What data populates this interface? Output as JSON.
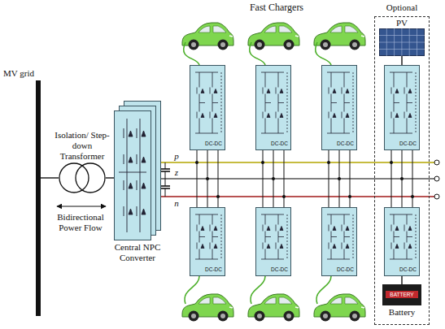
{
  "diagram": {
    "nodes": [
      {
        "text": [
          "MV grid"
        ]
      },
      {
        "text": [
          "Isolation/ Step-down Transformer"
        ]
      },
      {
        "text": [
          "Central NPC Converter"
        ]
      },
      {
        "text": [
          "DC-DC"
        ]
      },
      {
        "text": [
          "DC-DC"
        ]
      },
      {
        "text": [
          "DC-DC"
        ]
      },
      {
        "text": [
          "Optional"
        ]
      },
      {
        "text": [
          "PV"
        ],
        "in": 6
      },
      {
        "text": [
          "DC-DC"
        ],
        "in": 6
      },
      {
        "text": [
          "DC-DC"
        ]
      },
      {
        "text": [
          "DC-DC"
        ]
      },
      {
        "text": [
          "DC-DC"
        ]
      },
      {
        "text": [
          "DC-DC"
        ],
        "in": 6
      },
      {
        "text": [
          "BATTERY",
          "Battery"
        ],
        "in": 6
      }
    ],
    "edges": [
      {
        "from": 0,
        "to": 1,
        "arrow": "none"
      },
      {
        "from": 1,
        "to": 2,
        "arrow": "none"
      },
      {
        "from": 7,
        "to": 8,
        "arrow": "none"
      },
      {
        "from": 12,
        "to": 13,
        "arrow": "none"
      }
    ],
    "labels": [
      "Bidirectional Power Flow",
      "Fast Chargers",
      "p",
      "z",
      "n"
    ]
  }
}
